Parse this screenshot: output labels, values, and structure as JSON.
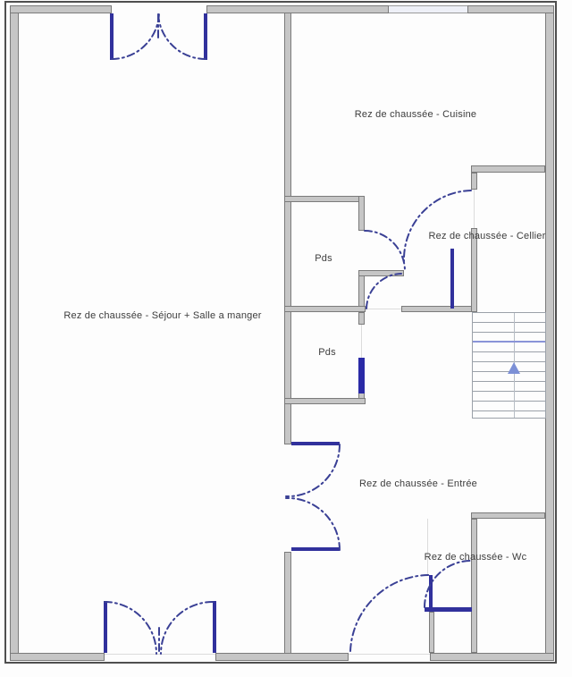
{
  "plan": {
    "floor_name": "Rez de chaussée",
    "rooms": {
      "cuisine": {
        "label": "Rez de chaussée - Cuisine"
      },
      "cellier": {
        "label": "Rez de chaussée - Cellier"
      },
      "sejour": {
        "label": "Rez de chaussée - Séjour + Salle a manger"
      },
      "placard_1": {
        "label": "Pds"
      },
      "placard_2": {
        "label": "Pds"
      },
      "entree": {
        "label": "Rez de chaussée - Entrée"
      },
      "wc": {
        "label": "Rez de chaussée - Wc"
      }
    },
    "stairs": {
      "direction": "up"
    },
    "colors": {
      "wall_fill": "#c6c6c6",
      "wall_edge": "#7b7b7b",
      "outer_line": "#4f4f4f",
      "door_blue": "#31319c",
      "arc_blue": "#3a4095",
      "stair_accent": "#8a94d8",
      "label_text": "#3c3c3c",
      "window_fill": "#eef0f7",
      "background": "#fdfdfd"
    }
  }
}
